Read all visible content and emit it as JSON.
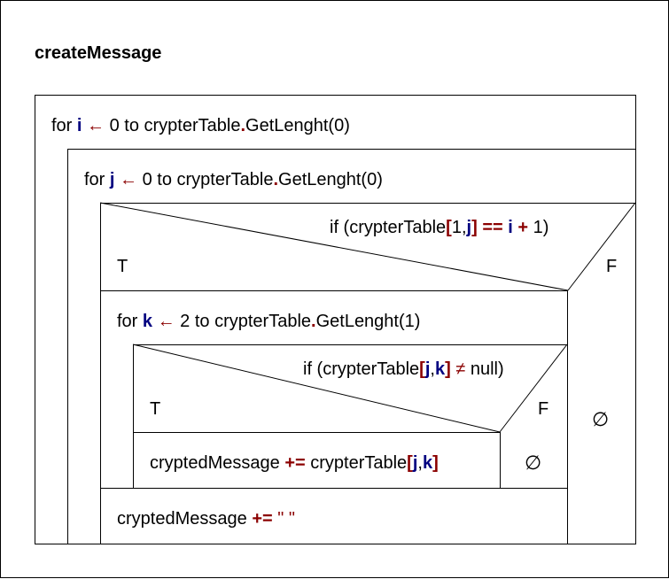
{
  "title": "createMessage",
  "loop_i": {
    "keyword": "for",
    "var": "i",
    "arrow": "←",
    "range": "0 to crypterTable",
    "dot": ".",
    "call": "GetLenght(0)"
  },
  "loop_j": {
    "keyword": "for",
    "var": "j",
    "arrow": "←",
    "range": "0 to crypterTable",
    "dot": ".",
    "call": "GetLenght(0)"
  },
  "if_outer": {
    "prefix": "if (crypterTable",
    "lb": "[",
    "idx1": "1",
    "comma": ",",
    "idx2": "j",
    "rb": "]",
    "eq": "==",
    "rhs_var": "i",
    "plus": "+",
    "rhs_num": "1)",
    "true_label": "T",
    "false_label": "F",
    "empty": "∅"
  },
  "loop_k": {
    "keyword": "for",
    "var": "k",
    "arrow": "←",
    "range": "2 to crypterTable",
    "dot": ".",
    "call": "GetLenght(1)"
  },
  "if_inner": {
    "prefix": "if (crypterTable",
    "lb": "[",
    "idx1": "j",
    "comma": ",",
    "idx2": "k",
    "rb": "]",
    "neq": "≠",
    "rhs": "null)",
    "true_label": "T",
    "false_label": "F",
    "empty": "∅"
  },
  "stmt_append": {
    "target": "cryptedMessage",
    "op": "+=",
    "src": "crypterTable",
    "lb": "[",
    "idx1": "j",
    "comma": ",",
    "idx2": "k",
    "rb": "]"
  },
  "stmt_space": {
    "target": "cryptedMessage",
    "op": "+=",
    "literal": "\" \""
  }
}
